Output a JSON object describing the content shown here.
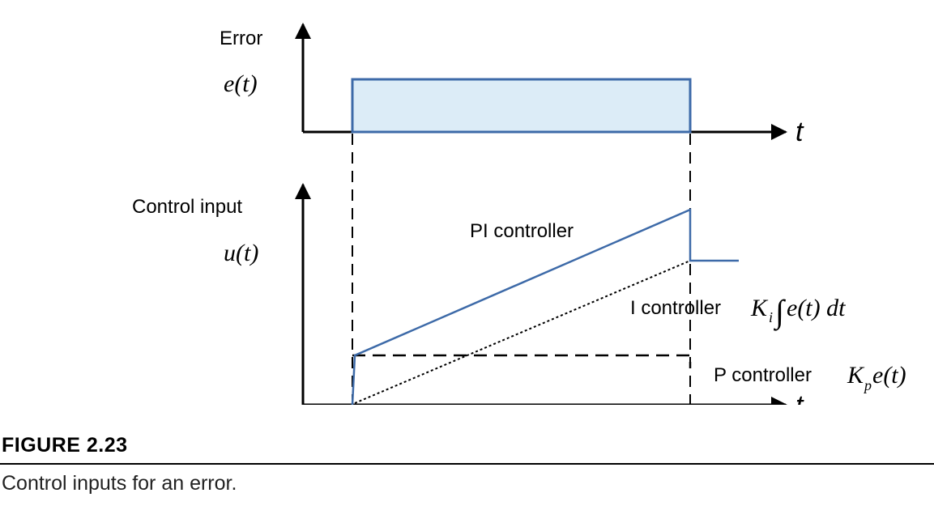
{
  "figure": {
    "top_plot": {
      "ylabel": "Error",
      "signal_label": "e(t)",
      "xlabel": "t"
    },
    "bottom_plot": {
      "ylabel": "Control input",
      "signal_label": "u(t)",
      "xlabel": "t",
      "curves": {
        "pi": {
          "label": "PI controller"
        },
        "i": {
          "label": "I controller",
          "formula_K": "K",
          "formula_sub": "i",
          "formula_int": "∫",
          "formula_rest": "e(t) dt"
        },
        "p": {
          "label": "P controller",
          "formula_K": "K",
          "formula_sub": "p",
          "formula_rest": "e(t)"
        }
      }
    },
    "colors": {
      "signal": "#3d6aa8",
      "fill": "#dcecf7",
      "axis": "#000000"
    }
  },
  "caption": {
    "title": "FIGURE 2.23",
    "text": "Control inputs for an error."
  }
}
